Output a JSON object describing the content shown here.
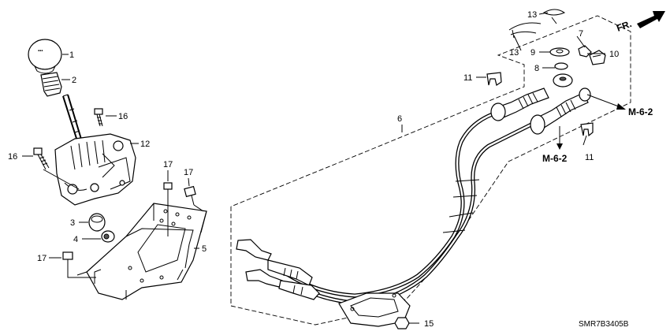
{
  "diagram": {
    "direction_label": "FR.",
    "reference_labels": [
      "M-6-2",
      "M-6-2"
    ],
    "diagram_code": "SMR7B3405B",
    "callouts": [
      "1",
      "2",
      "16",
      "12",
      "16",
      "17",
      "17",
      "3",
      "4",
      "5",
      "17",
      "13",
      "13",
      "7",
      "9",
      "8",
      "10",
      "11",
      "6",
      "11",
      "15"
    ]
  }
}
